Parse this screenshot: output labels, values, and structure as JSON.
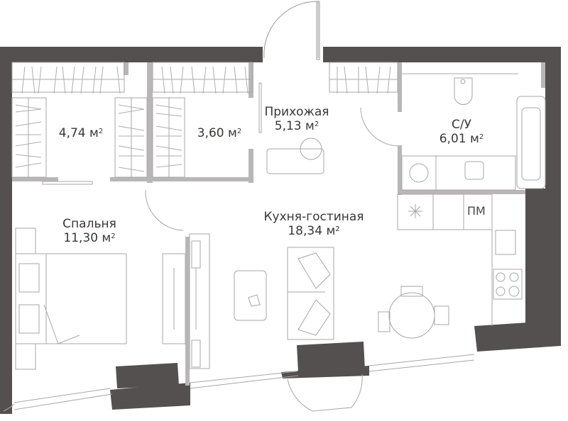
{
  "plan": {
    "colors": {
      "wall": "#555050",
      "partition": "#b8b6b6",
      "furniture_line": "#9a9898",
      "text": "#3a3636",
      "background": "#ffffff"
    },
    "rooms": [
      {
        "id": "wardrobe-1",
        "name": "",
        "area": "4,74",
        "unit": "м",
        "unit_exp": "2"
      },
      {
        "id": "wardrobe-2",
        "name": "",
        "area": "3,60",
        "unit": "м",
        "unit_exp": "2"
      },
      {
        "id": "hallway",
        "name": "Прихожая",
        "area": "5,13",
        "unit": "м",
        "unit_exp": "2"
      },
      {
        "id": "bathroom",
        "name": "С/У",
        "area": "6,01",
        "unit": "м",
        "unit_exp": "2"
      },
      {
        "id": "bedroom",
        "name": "Спальня",
        "area": "11,30",
        "unit": "м",
        "unit_exp": "2"
      },
      {
        "id": "kitchen-living",
        "name": "Кухня-гостиная",
        "area": "18,34",
        "unit": "м",
        "unit_exp": "2"
      }
    ],
    "appliance_labels": {
      "dishwasher": "ПМ"
    },
    "icons": [
      "bed-icon",
      "sofa-icon",
      "armchair-icon",
      "dining-table-icon",
      "stove-icon",
      "sink-icon",
      "toilet-icon",
      "bathtub-icon",
      "washing-machine-icon",
      "fridge-icon",
      "wardrobe-icon",
      "door-icon",
      "window-icon"
    ]
  }
}
